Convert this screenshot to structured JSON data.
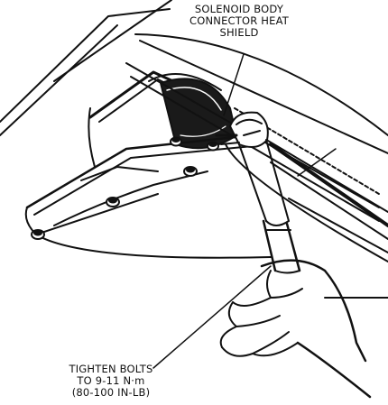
{
  "callouts": {
    "solenoid_shield": {
      "lines": [
        "SOLENOID BODY",
        "CONNECTOR HEAT",
        "SHIELD"
      ]
    },
    "tighten_bolts": {
      "lines": [
        "TIGHTEN BOLTS",
        "TO 9-11 N·m",
        "(80-100 IN-LB)"
      ]
    }
  },
  "colors": {
    "ink": "#111111",
    "paper": "#ffffff"
  }
}
